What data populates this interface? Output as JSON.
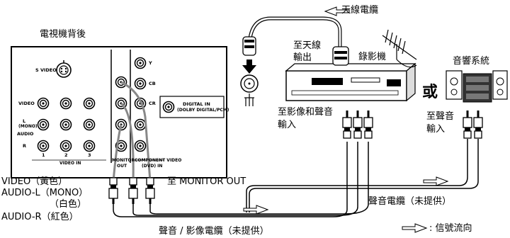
{
  "labels": {
    "antenna_cable": "天線電纜",
    "tv_back": "電視機背後",
    "to_antenna_out": "至天線",
    "to_antenna_out2": "輸出",
    "vcr": "錄影機",
    "or": "或",
    "audio_system": "音響系統",
    "to_av_in": "至影像和聲音",
    "to_av_in2": "輸入",
    "to_audio_in": "至聲音",
    "to_audio_in2": "輸入",
    "video_yellow": "VIDEO（黃色）",
    "audio_l_mono": "AUDIO-L（MONO）",
    "white": "（白色）",
    "audio_r_red": "AUDIO-R（紅色）",
    "to_monitor_out": "至 MONITOR OUT",
    "audio_cable": "聲音電纜（未提供）",
    "av_cable": "聲音 / 影像電纜（未提供）",
    "signal_flow": ": 信號流向"
  },
  "panel": {
    "s_video": "S VIDEO",
    "video": "VIDEO",
    "l": "L",
    "mono": "(MONO)",
    "audio": "AUDIO",
    "r": "R",
    "n1": "1",
    "n2": "2",
    "n3": "3",
    "video_in": "VIDEO IN",
    "monitor": "MONITOR",
    "out": "OUT",
    "component_video": "COMPONENT VIDEO",
    "dvd_in": "(DVD) IN",
    "y": "Y",
    "cb": "CB",
    "cr": "CR",
    "digital_in": "DIGITAL IN",
    "dolby": "(DOLBY DIGITAL/PCM)"
  }
}
